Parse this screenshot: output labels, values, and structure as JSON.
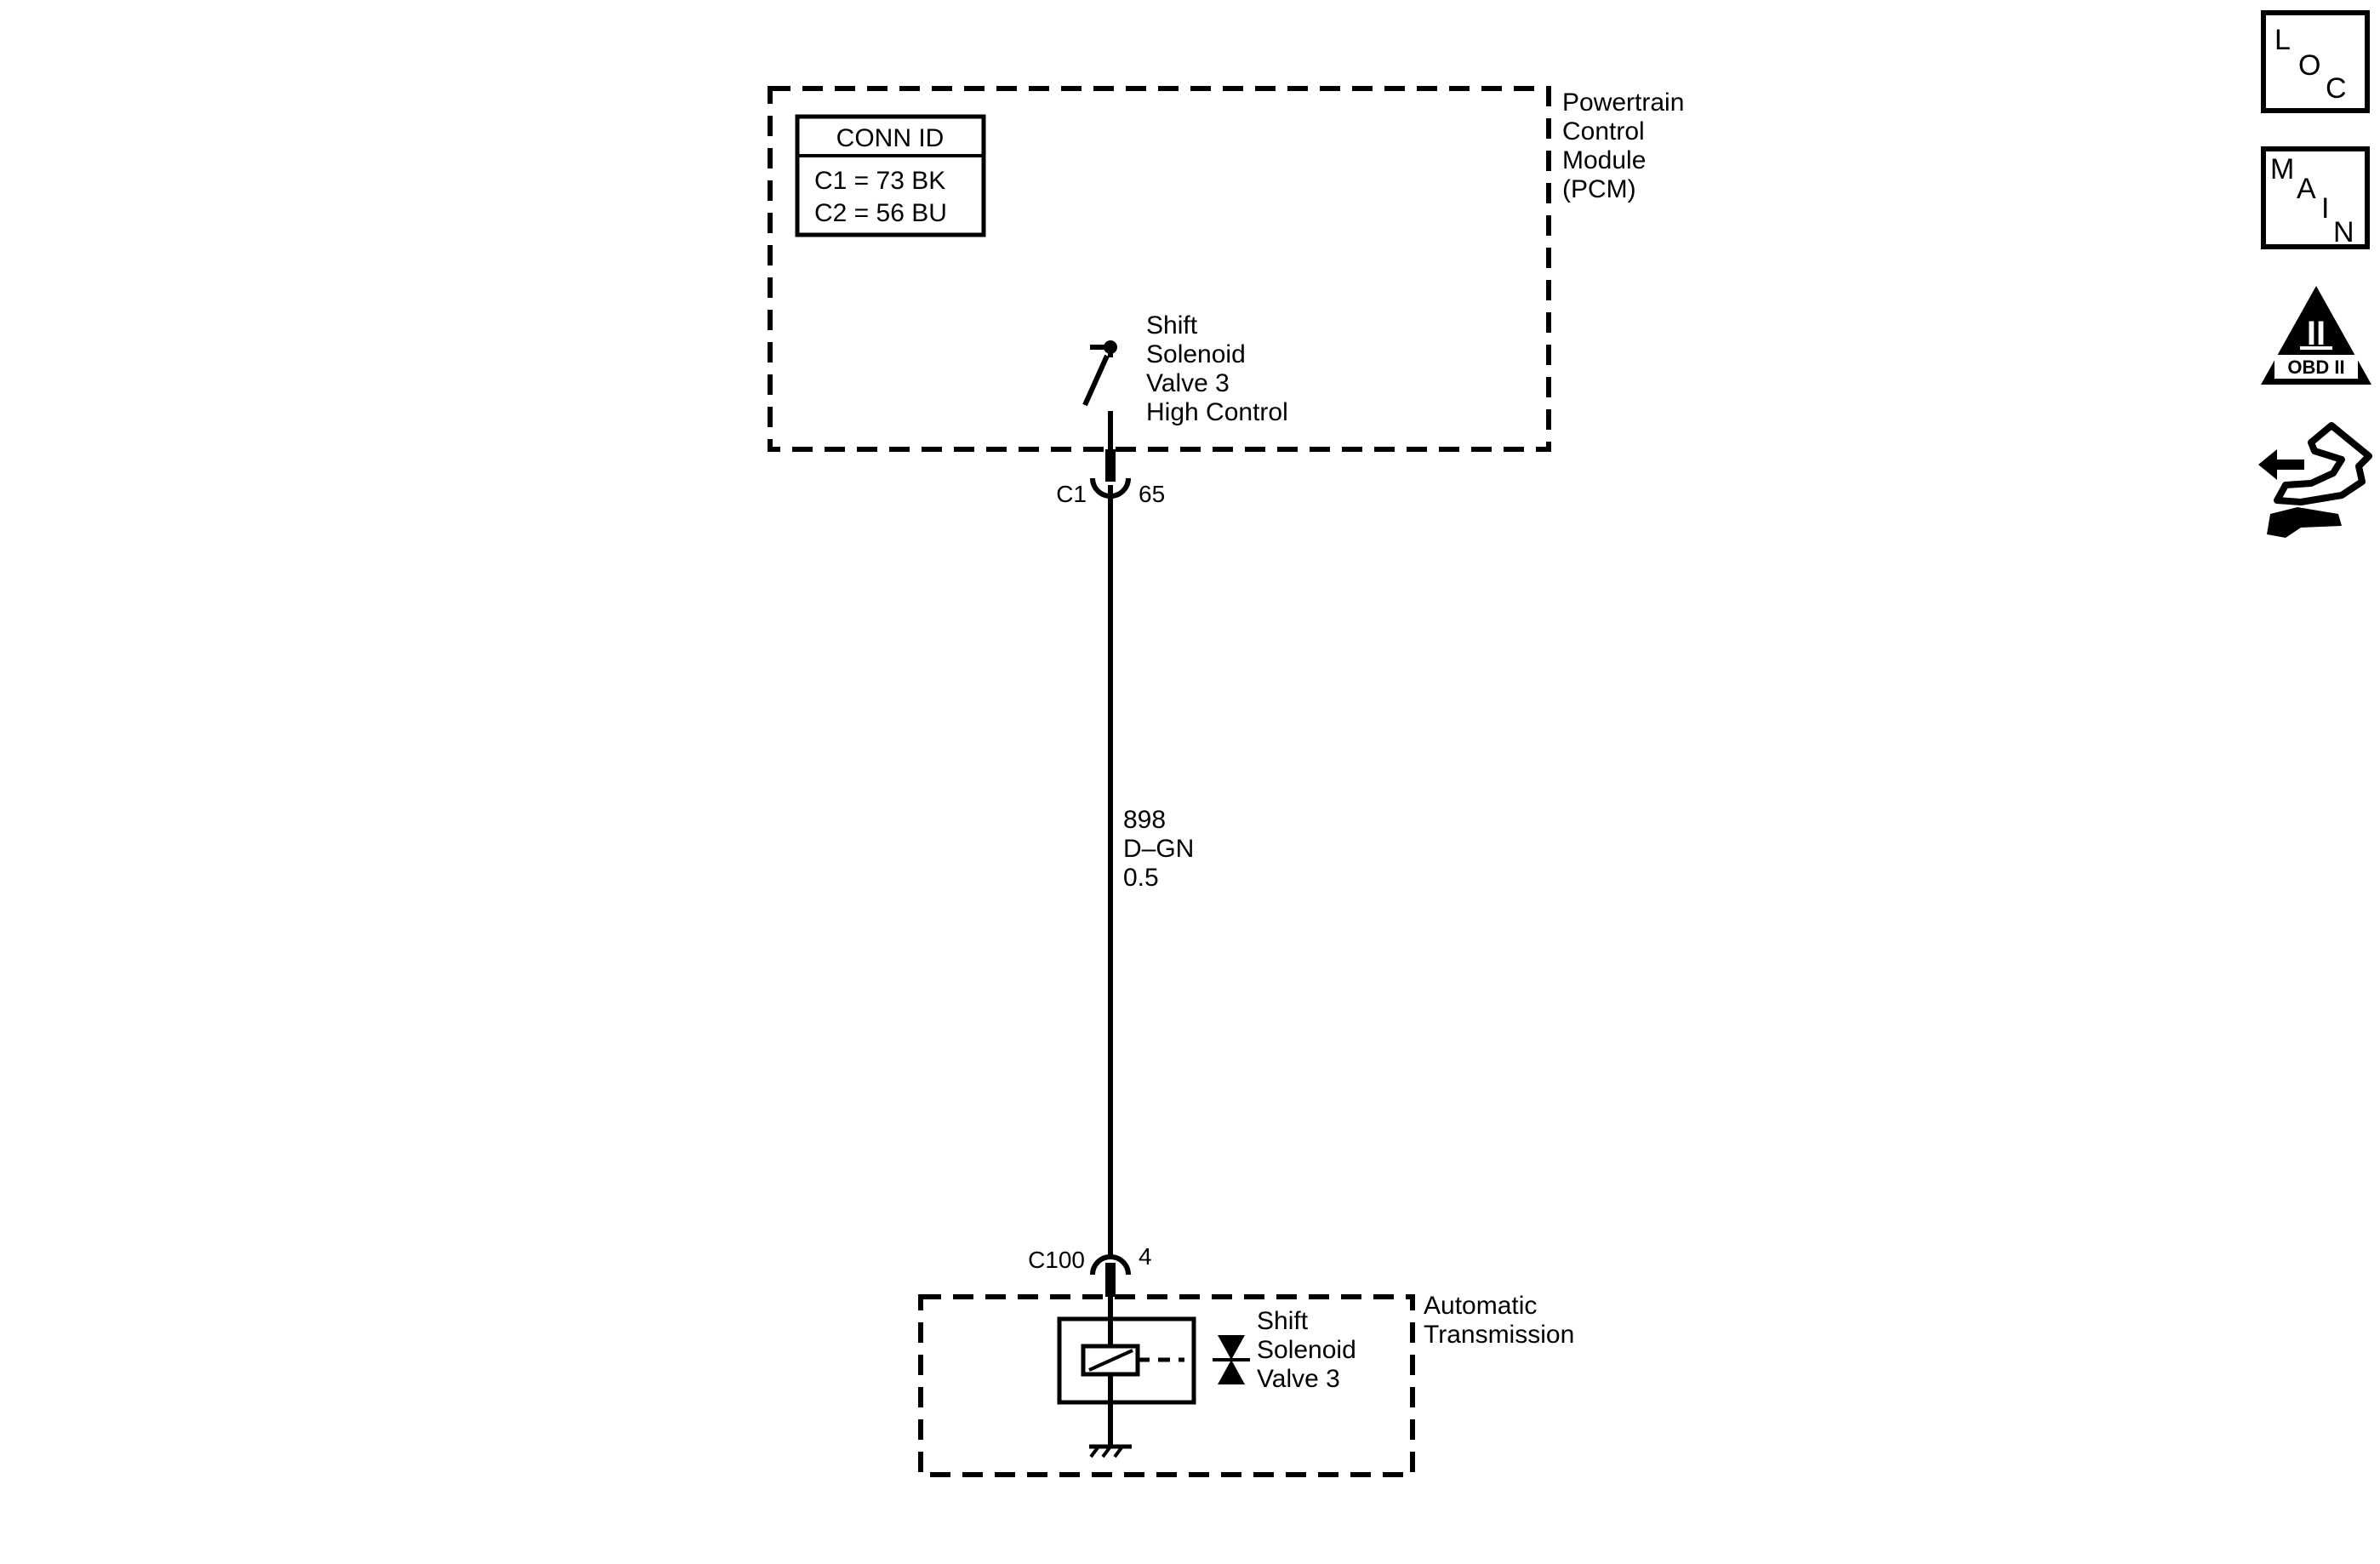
{
  "pcm": {
    "label_lines": [
      "Powertrain",
      "Control",
      "Module",
      "(PCM)"
    ],
    "conn_id": {
      "title": "CONN ID",
      "rows": [
        "C1 = 73 BK",
        "C2 = 56 BU"
      ]
    },
    "switch_label_lines": [
      "Shift",
      "Solenoid",
      "Valve 3",
      "High Control"
    ]
  },
  "connector_c1": {
    "name": "C1",
    "pin": "65"
  },
  "wire": {
    "circuit": "898",
    "color": "D–GN",
    "gauge": "0.5"
  },
  "connector_c100": {
    "name": "C100",
    "pin": "4"
  },
  "transmission": {
    "label_lines": [
      "Automatic",
      "Transmission"
    ],
    "solenoid_label_lines": [
      "Shift",
      "Solenoid",
      "Valve 3"
    ]
  },
  "nav_icons": {
    "loc": {
      "letters": [
        "L",
        "O",
        "C"
      ],
      "icon": "loc-icon"
    },
    "main": {
      "letters": [
        "M",
        "A",
        "I",
        "N"
      ],
      "icon": "main-icon"
    },
    "obd": {
      "numeral": "II",
      "text": "OBD II",
      "icon": "obd-ii-icon"
    },
    "connector_end_view": {
      "icon": "connector-end-view-icon"
    }
  }
}
